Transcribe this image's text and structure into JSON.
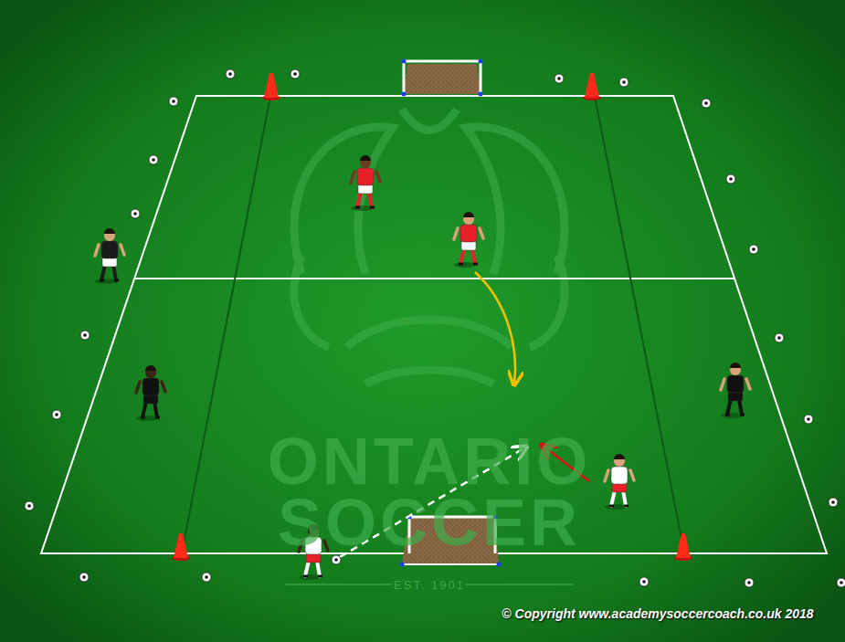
{
  "diagram": {
    "labels": [
      "ONTARIO",
      "SOCCER",
      "EST. 1901",
      "© Copyright www.academysoccercoach.co.uk 2018"
    ]
  }
}
